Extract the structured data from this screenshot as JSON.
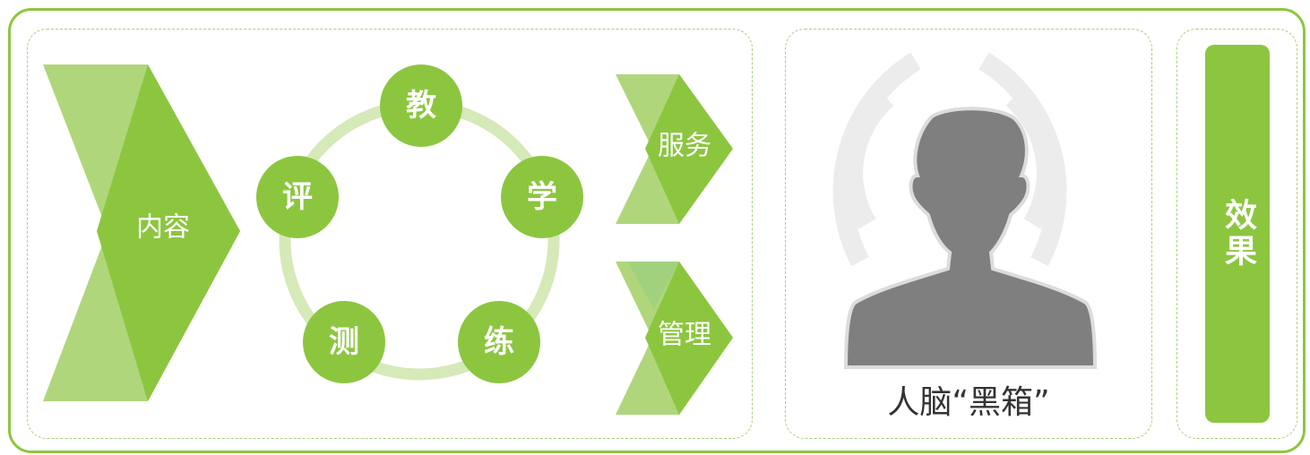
{
  "left_chevron": {
    "label": "内容"
  },
  "cycle": {
    "steps": [
      "教",
      "学",
      "练",
      "测",
      "评"
    ]
  },
  "right_chevrons": [
    {
      "label": "服务"
    },
    {
      "label": "管理"
    }
  ],
  "black_box": {
    "caption": "人脑“黑箱”"
  },
  "effect": {
    "label": "效果"
  },
  "colors": {
    "green": "#8cc63f",
    "green_light": "#b0d67c",
    "ring": "#d6e9b8",
    "silhouette": "#7f7f7f",
    "waves": "#ececec"
  }
}
